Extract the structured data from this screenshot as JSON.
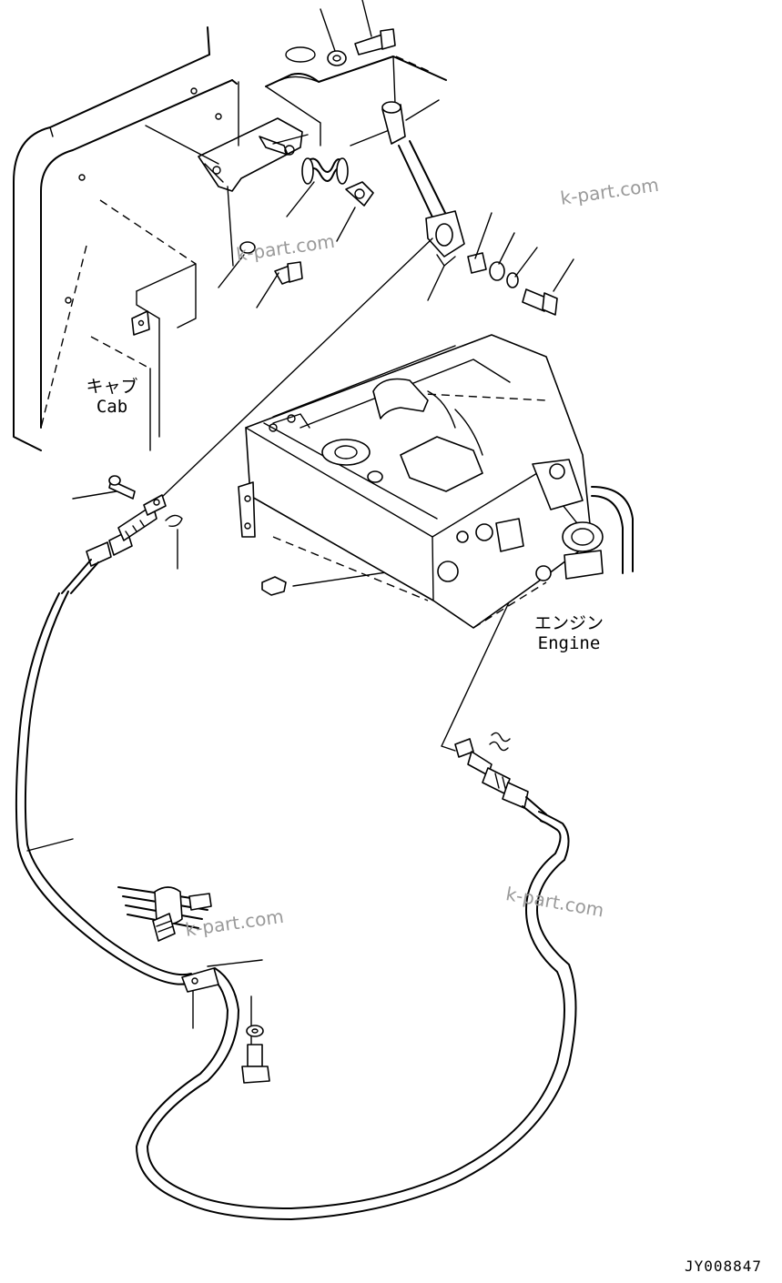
{
  "labels": {
    "cab_ja": "キャブ",
    "cab_en": "Cab",
    "engine_ja": "エンジン",
    "engine_en": "Engine"
  },
  "watermark": "k-part.com",
  "drawing_code": "JY008847",
  "colors": {
    "line": "#000000",
    "watermark": "#9a9a9a",
    "background": "#ffffff"
  }
}
